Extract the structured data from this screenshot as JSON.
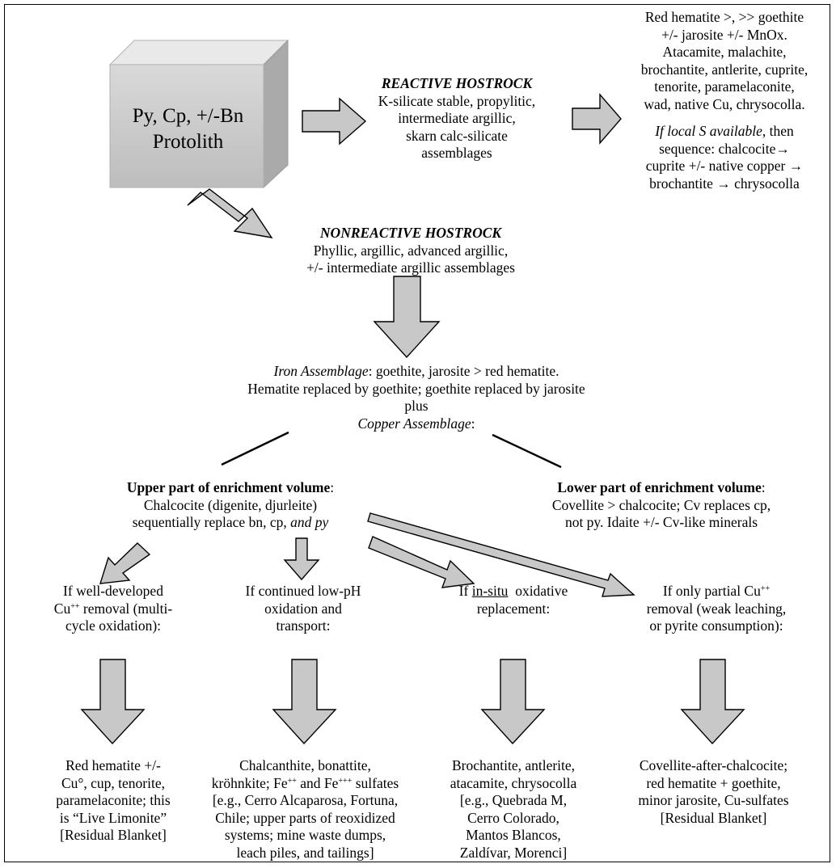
{
  "protolith": {
    "line1": "Py, Cp, +/-Bn",
    "line2": "Protolith"
  },
  "reactive": {
    "title": "REACTIVE HOSTROCK",
    "lines": [
      "K-silicate stable, propylitic,",
      "intermediate argillic,",
      "skarn calc-silicate",
      "assemblages"
    ]
  },
  "reactive_result": {
    "lines": [
      "Red hematite >, >> goethite",
      "+/- jarosite +/- MnOx.",
      "Atacamite, malachite,",
      "brochantite, antlerite, cuprite,",
      "tenorite, paramelaconite,",
      "wad, native Cu, chrysocolla."
    ],
    "local_s_italic": "If local S available",
    "local_s_rest": ", then",
    "seq_lines": [
      "sequence: chalcocite→",
      "cuprite +/- native copper →",
      "brochantite → chrysocolla"
    ]
  },
  "nonreactive": {
    "title": "NONREACTIVE HOSTROCK",
    "lines": [
      "Phyllic, argillic, advanced argillic,",
      "+/- intermediate argillic assemblages"
    ]
  },
  "assemblage": {
    "iron_label": "Iron Assemblage",
    "iron_rest": ": goethite, jarosite > red hematite.",
    "line2": "Hematite replaced by goethite; goethite replaced by jarosite",
    "line3": "plus",
    "copper_label": "Copper Assemblage",
    "copper_rest": ":"
  },
  "upper": {
    "title": "Upper part of enrichment volume",
    "title_rest": ":",
    "line1": "Chalcocite (digenite, djurleite)",
    "line2_plain": "sequentially replace bn, cp, ",
    "line2_italic": "and py"
  },
  "lower": {
    "title": "Lower part of enrichment volume",
    "title_rest": ":",
    "line1": "Covellite > chalcocite; Cv replaces cp,",
    "line2": "not py. Idaite +/- Cv-like minerals"
  },
  "conditions": {
    "c1": {
      "l1": "If well-developed",
      "l2a": "Cu",
      "l2sup": "++",
      "l2b": " removal (multi-",
      "l3": "cycle oxidation):"
    },
    "c2": {
      "l1": "If continued low-pH",
      "l2": "oxidation and",
      "l3": "transport:"
    },
    "c3": {
      "l1a": "If ",
      "l1u": "in-situ",
      "l1b": "  oxidative",
      "l2": "replacement:"
    },
    "c4": {
      "l1a": "If only partial Cu",
      "l1sup": "++",
      "l2": "removal (weak leaching,",
      "l3": "or pyrite consumption):"
    }
  },
  "outcomes": {
    "o1": [
      "Red hematite +/-",
      "Cu°, cup, tenorite,",
      "paramelaconite; this",
      "is “Live Limonite”",
      "[Residual Blanket]"
    ],
    "o2": {
      "l1": "Chalcanthite, bonattite,",
      "l2a": "kröhnkite; Fe",
      "l2sup1": "++",
      "l2b": " and Fe",
      "l2sup2": "+++",
      "l2c": " sulfates",
      "rest": [
        "[e.g., Cerro Alcaparosa, Fortuna,",
        "Chile; upper parts of reoxidized",
        "systems; mine waste  dumps,",
        "leach piles, and tailings]"
      ]
    },
    "o3": [
      "Brochantite, antlerite,",
      "atacamite, chrysocolla",
      "[e.g., Quebrada M,",
      "Cerro Colorado,",
      "Mantos Blancos,",
      "Zaldívar, Morenci]"
    ],
    "o4": [
      "Covellite-after-chalcocite;",
      "red hematite + goethite,",
      "minor jarosite, Cu-sulfates",
      "[Residual Blanket]"
    ]
  },
  "colors": {
    "arrow_fill": "#c8c8c8",
    "arrow_stroke": "#000000",
    "box_front": "#c9c9c9",
    "box_top": "#e6e6e6",
    "box_side": "#b3b3b3"
  }
}
